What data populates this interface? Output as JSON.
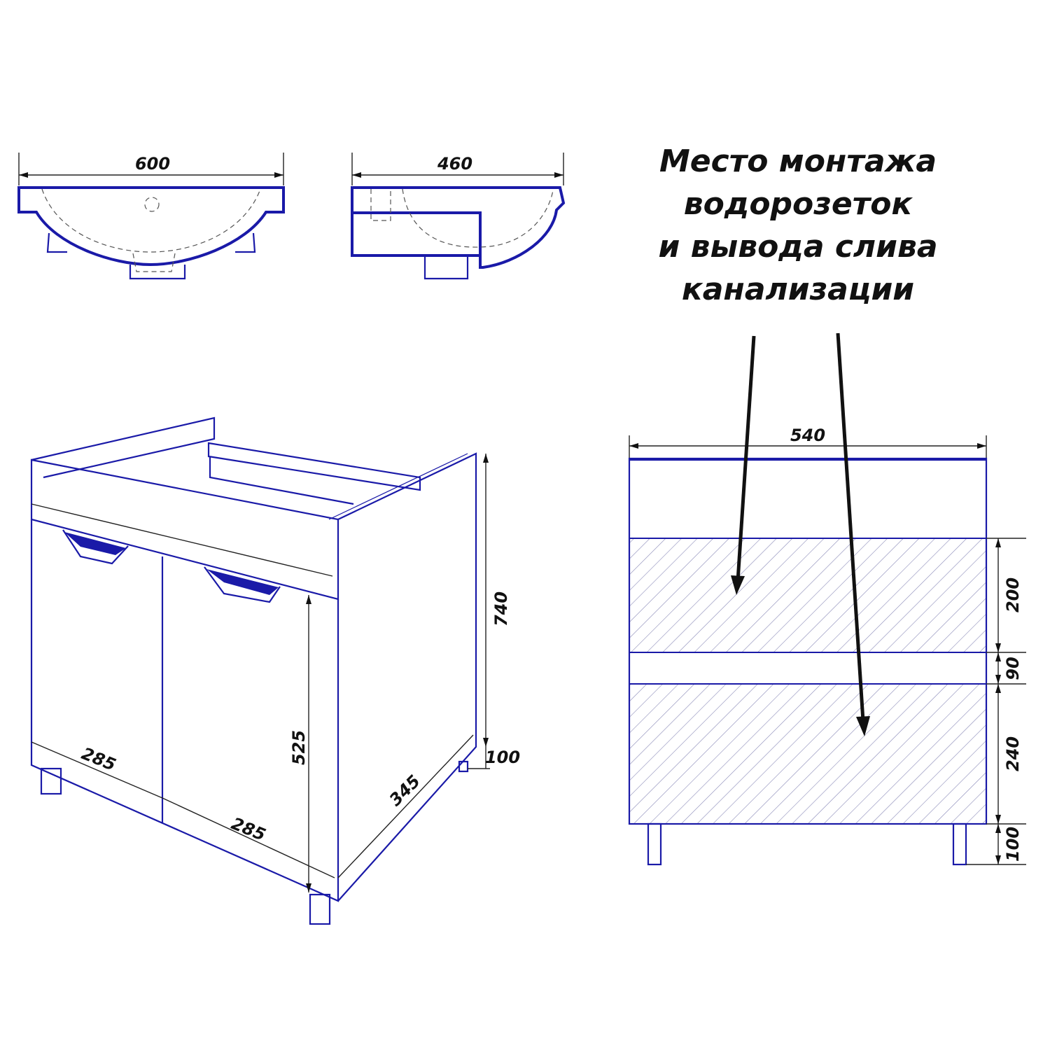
{
  "heading": {
    "line1": "Место монтажа",
    "line2": "водорозеток",
    "line3": "и вывода слива",
    "line4": "канализации"
  },
  "basin_front": {
    "width_label": "600"
  },
  "basin_side": {
    "depth_label": "460"
  },
  "cabinet_iso": {
    "height_label": "740",
    "door_height_label": "525",
    "leg_label": "100",
    "door_left_label": "285",
    "door_right_label": "285",
    "depth_label": "345"
  },
  "back_view": {
    "width_label": "540",
    "upper_zone_label": "200",
    "gap_label": "90",
    "lower_zone_label": "240",
    "leg_label": "100"
  },
  "colors": {
    "outline": "#1a1aa8",
    "dimension": "#222222",
    "text": "#111111"
  }
}
